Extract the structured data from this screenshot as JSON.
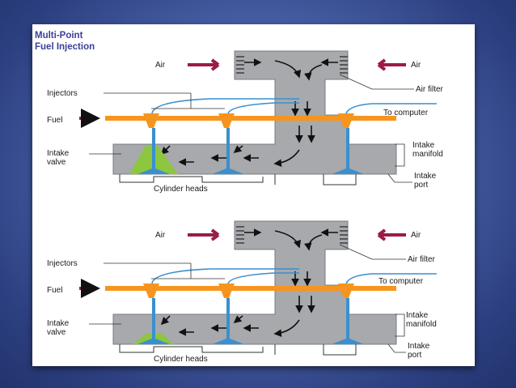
{
  "title_line1": "Multi-Point",
  "title_line2": "Fuel Injection",
  "diagrams": [
    {
      "air_left": "Air",
      "air_right": "Air",
      "air_filter": "Air filter",
      "injectors": "Injectors",
      "to_computer": "To computer",
      "fuel": "Fuel",
      "intake_manifold_1": "Intake",
      "intake_manifold_2": "manifold",
      "intake_valve_1": "Intake",
      "intake_valve_2": "valve",
      "intake_port_1": "Intake",
      "intake_port_2": "port",
      "cylinder_heads": "Cylinder heads"
    },
    {
      "air_left": "Air",
      "air_right": "Air",
      "air_filter": "Air filter",
      "injectors": "Injectors",
      "to_computer": "To computer",
      "fuel": "Fuel",
      "intake_manifold_1": "Intake",
      "intake_manifold_2": "manifold",
      "intake_valve_1": "Intake",
      "intake_valve_2": "valve",
      "intake_port_1": "Intake",
      "intake_port_2": "port",
      "cylinder_heads": "Cylinder heads"
    }
  ],
  "colors": {
    "background": "#3b4f93",
    "housing": "#a7a9ac",
    "fuel_rail": "#f7941d",
    "fuel_arrow": "#9b1b4a",
    "valve": "#3a8fd0",
    "combustion": "#8dc63f",
    "title": "#3a3f9a"
  }
}
